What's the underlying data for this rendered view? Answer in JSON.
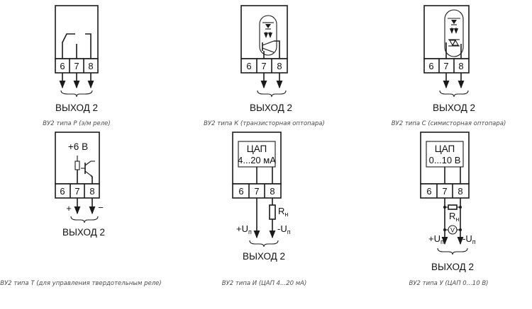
{
  "terminals": [
    "6",
    "7",
    "8"
  ],
  "output_label": "ВЫХОД 2",
  "panels": {
    "p": {
      "caption": "ВУ2 типа Р (э/м реле)"
    },
    "k": {
      "caption": "ВУ2 типа К (транзисторная оптопара)"
    },
    "s": {
      "caption": "ВУ2 типа С (симисторная оптопара)"
    },
    "t": {
      "caption": "ВУ2 типа Т (для управления твердотельным реле)",
      "supply": "+6 В",
      "plus": "+",
      "minus": "−"
    },
    "i": {
      "caption": "ВУ2 типа И (ЦАП 4...20 мА)",
      "dac": "ЦАП",
      "range": "4...20 мА",
      "up_plus": "+U",
      "up_minus": "-U",
      "sub_p": "п",
      "r_main": "R",
      "r_sub": "н"
    },
    "u": {
      "caption": "ВУ2 типа У (ЦАП 0...10 В)",
      "dac": "ЦАП",
      "range": "0...10 В",
      "up_plus": "+U",
      "up_minus": "-U",
      "sub_p": "п",
      "r_main": "R",
      "r_sub": "н",
      "volt": "V"
    }
  },
  "colors": {
    "line": "#1a1a1a",
    "caption": "#4a4a4a"
  }
}
